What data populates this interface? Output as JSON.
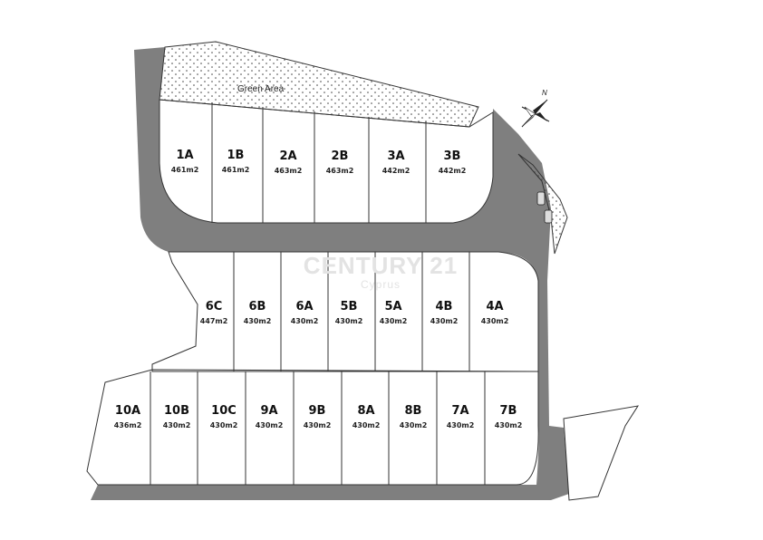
{
  "green_area": {
    "label": "Green Area"
  },
  "compass": {
    "label": "N"
  },
  "watermark": {
    "brand": "CENTURY 21",
    "region": "Cyprus"
  },
  "colors": {
    "road": "#7f7f7f",
    "plot_outline": "#333333",
    "background": "#ffffff",
    "watermark": "#e3e3e3"
  },
  "plots": [
    {
      "id": "1A",
      "area": "461m2"
    },
    {
      "id": "1B",
      "area": "461m2"
    },
    {
      "id": "2A",
      "area": "463m2"
    },
    {
      "id": "2B",
      "area": "463m2"
    },
    {
      "id": "3A",
      "area": "442m2"
    },
    {
      "id": "3B",
      "area": "442m2"
    },
    {
      "id": "6C",
      "area": "447m2"
    },
    {
      "id": "6B",
      "area": "430m2"
    },
    {
      "id": "6A",
      "area": "430m2"
    },
    {
      "id": "5B",
      "area": "430m2"
    },
    {
      "id": "5A",
      "area": "430m2"
    },
    {
      "id": "4B",
      "area": "430m2"
    },
    {
      "id": "4A",
      "area": "430m2"
    },
    {
      "id": "10A",
      "area": "436m2"
    },
    {
      "id": "10B",
      "area": "430m2"
    },
    {
      "id": "10C",
      "area": "430m2"
    },
    {
      "id": "9A",
      "area": "430m2"
    },
    {
      "id": "9B",
      "area": "430m2"
    },
    {
      "id": "8A",
      "area": "430m2"
    },
    {
      "id": "8B",
      "area": "430m2"
    },
    {
      "id": "7A",
      "area": "430m2"
    },
    {
      "id": "7B",
      "area": "430m2"
    }
  ]
}
